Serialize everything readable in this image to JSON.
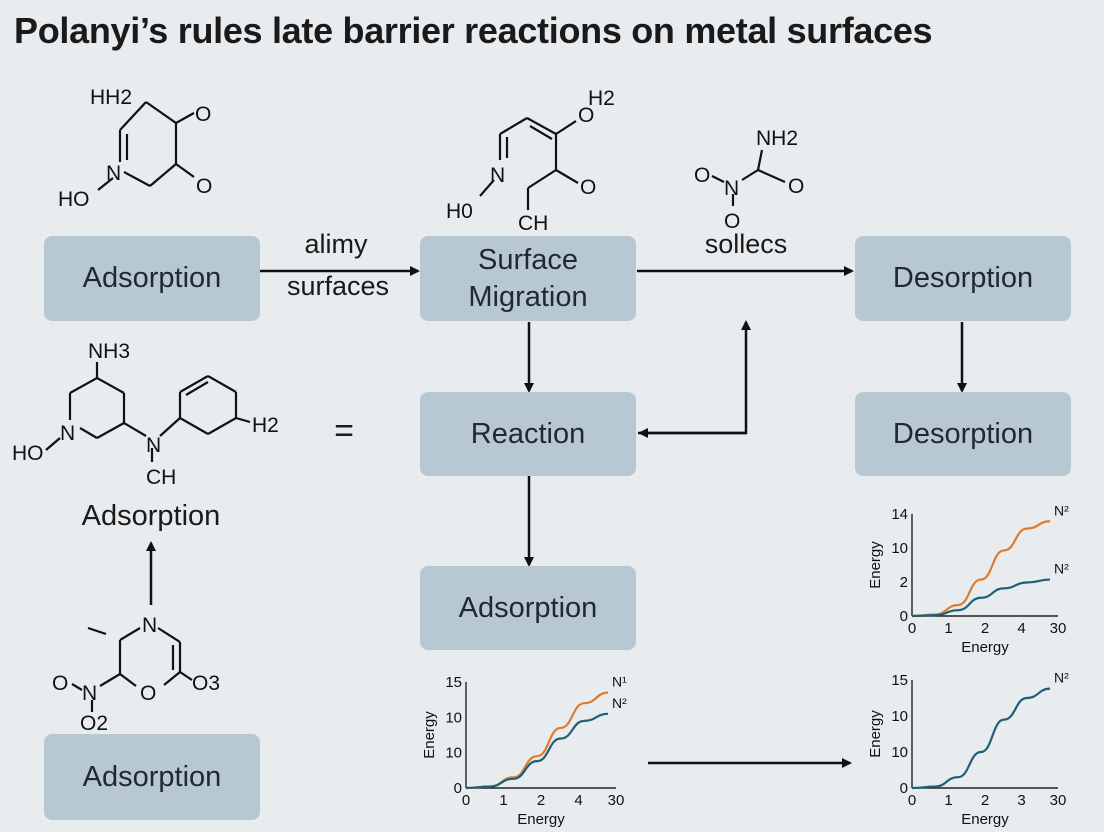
{
  "title": "Polanyi’s rules late barrier reactions on metal surfaces",
  "boxes": {
    "adsorption_top": "Adsorption",
    "surface_migration_line1": "Surface",
    "surface_migration_line2": "Migration",
    "desorption_top": "Desorption",
    "reaction": "Reaction",
    "desorption_mid": "Desorption",
    "adsorption_mid": "Adsorption",
    "adsorption_bottom": "Adsorption"
  },
  "labels": {
    "arrow_label_1a": "alimy",
    "arrow_label_1b": "surfaces",
    "arrow_label_2": "sollecs",
    "equals": "=",
    "adsorption_text": "Adsorption"
  },
  "molecules": {
    "m1": {
      "hh2": "HH2",
      "o1": "O",
      "o2": "O",
      "n": "N",
      "ho": "HO"
    },
    "m2": {
      "h2": "H2",
      "o1": "O",
      "o2": "O",
      "n": "N",
      "h0": "H0",
      "ch": "CH"
    },
    "m3": {
      "nh2": "NH2",
      "o1": "O",
      "n": "N",
      "o2": "O",
      "o3": "O"
    },
    "m4": {
      "nh3": "NH3",
      "n1": "N",
      "ho": "HO",
      "n2": "N",
      "ch": "CH",
      "h2": "H2"
    },
    "m5": {
      "n": "N",
      "o1": "O",
      "n2": "N",
      "o2": "O",
      "o3": "O3",
      "o4": "O2"
    }
  },
  "chart_data": [
    {
      "type": "line",
      "ylabel": "Energy",
      "xlabel": "Energy",
      "x_ticks": [
        "0",
        "1",
        "2",
        "4",
        "30"
      ],
      "y_ticks": [
        "0",
        "10",
        "10",
        "15"
      ],
      "series": [
        {
          "name": "N¹",
          "color": "#e07b2c",
          "values": [
            0,
            0.2,
            1.5,
            4.5,
            8.5,
            12,
            13.5
          ]
        },
        {
          "name": "N²",
          "color": "#1f5f78",
          "values": [
            0,
            0.2,
            1.3,
            3.8,
            7,
            9.5,
            10.5
          ]
        }
      ]
    },
    {
      "type": "line",
      "ylabel": "Energy",
      "xlabel": "Energy",
      "x_ticks": [
        "0",
        "1",
        "2",
        "4",
        "30"
      ],
      "y_ticks": [
        "0",
        "2",
        "10",
        "14"
      ],
      "series": [
        {
          "name": "N²",
          "color": "#e07b2c",
          "values": [
            0,
            0.2,
            1.5,
            5,
            9,
            12,
            13
          ]
        },
        {
          "name": "N²",
          "color": "#1f5f78",
          "values": [
            0,
            0.1,
            0.8,
            2.5,
            3.8,
            4.6,
            5
          ]
        }
      ]
    },
    {
      "type": "line",
      "ylabel": "Energy",
      "xlabel": "Energy",
      "x_ticks": [
        "0",
        "1",
        "2",
        "3",
        "30"
      ],
      "y_ticks": [
        "0",
        "10",
        "10",
        "15"
      ],
      "series": [
        {
          "name": "N²",
          "color": "#1f5f78",
          "values": [
            0,
            0.2,
            1.5,
            5,
            9.5,
            12.5,
            13.8
          ]
        }
      ]
    }
  ],
  "colors": {
    "box": "#b8c8d2",
    "background": "#e9ecee",
    "arrow": "#111111"
  }
}
